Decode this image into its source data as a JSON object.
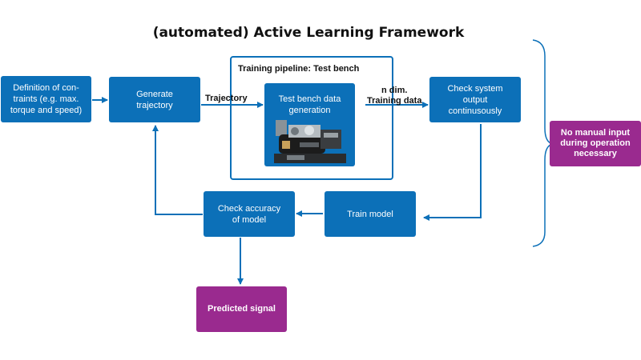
{
  "title": "(automated) Active Learning Framework",
  "nodes": {
    "definition": "Definition of con-\ntraints (e.g. max.\ntorque and speed)",
    "generate": "Generate\ntrajectory",
    "pipeline_title": "Training pipeline: Test bench",
    "testbench": "Test bench data\ngeneration",
    "check_system": "Check system\noutput\ncontinusously",
    "no_manual": "No manual input\nduring operation\nnecessary",
    "train": "Train model",
    "check_accuracy": "Check accuracy\nof model",
    "predicted": "Predicted signal"
  },
  "edges": {
    "trajectory": "Trajectory",
    "training_data": "n dim.\nTraining data"
  },
  "colors": {
    "blue": "#0c70b8",
    "purple": "#9a2a8f"
  },
  "icons": {
    "engine": "engine-test-bench-image"
  }
}
